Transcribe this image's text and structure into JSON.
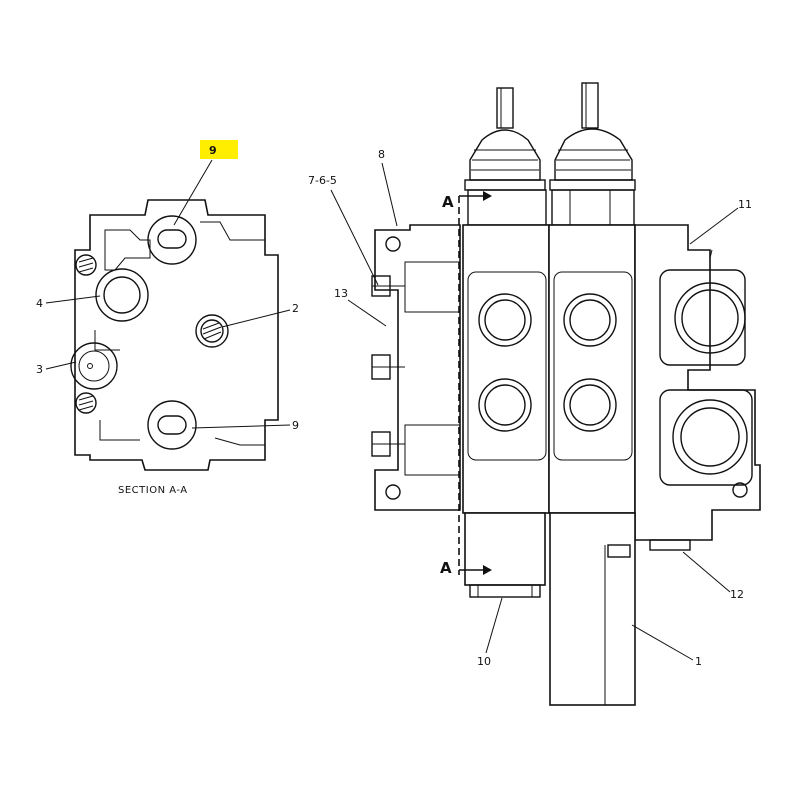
{
  "highlight_color": "#ffee00",
  "labels": {
    "highlight": "9",
    "section_left_9_bottom": "9",
    "left_4": "4",
    "left_3": "3",
    "left_2": "2",
    "caption": "SECTION A-A",
    "main_8": "8",
    "main_765": "7-6-5",
    "main_13": "13",
    "main_11": "11",
    "main_A_top": "A",
    "main_A_bottom": "A",
    "main_12": "12",
    "main_10": "10",
    "main_1": "1"
  }
}
